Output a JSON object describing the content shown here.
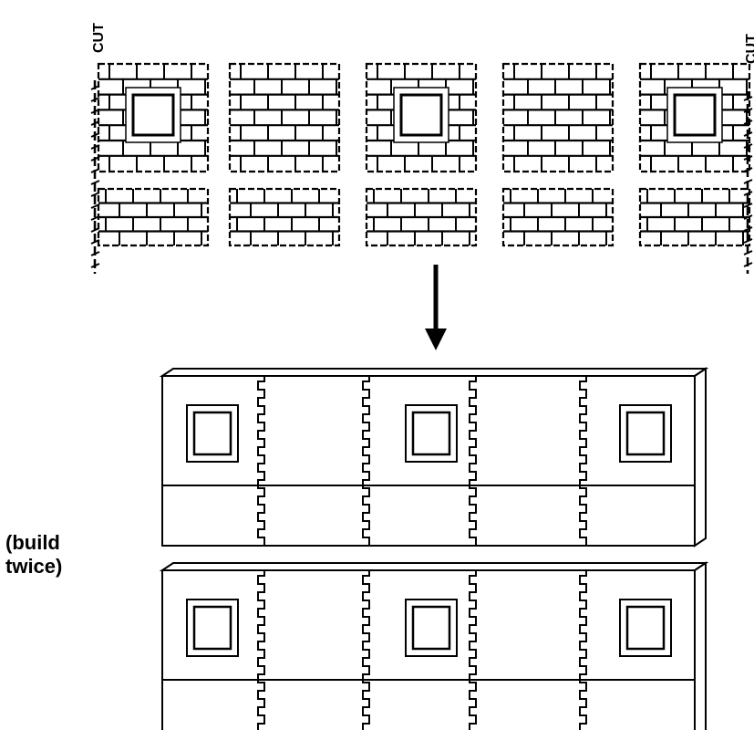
{
  "labels": {
    "cut_left": "CUT",
    "cut_right": "CUT",
    "note_line1": "(build",
    "note_line2": "twice)"
  },
  "pattern": {
    "panels": 5,
    "window_panels": [
      1,
      3,
      5
    ]
  },
  "assembled_walls": 2,
  "colors": {
    "ink": "#000000",
    "paper": "#ffffff"
  }
}
